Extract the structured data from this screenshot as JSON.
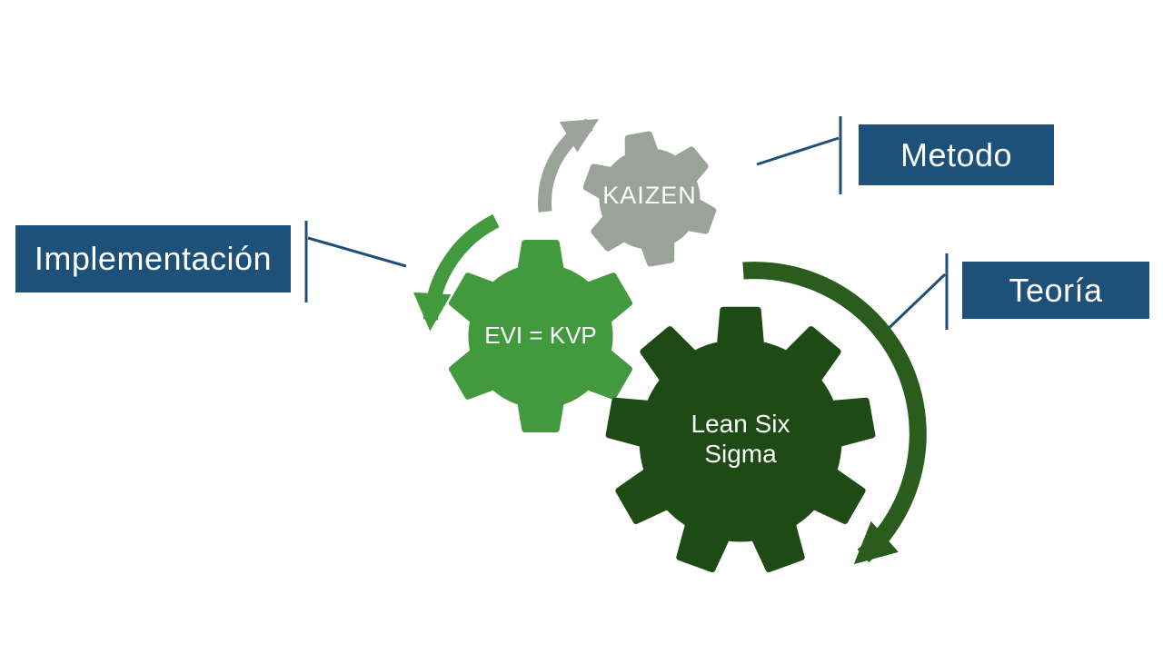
{
  "slide": {
    "background": "#ffffff",
    "boxes": {
      "implementacion": {
        "label": "Implementación"
      },
      "metodo": {
        "label": "Metodo"
      },
      "teoria": {
        "label": "Teoría"
      }
    },
    "box_style": {
      "bg": "#1D5179",
      "text_color": "#ffffff"
    },
    "connector_color": "#1F4E79",
    "gears": {
      "kaizen": {
        "label": "KAIZEN",
        "color": "#9BA29A",
        "arrow_color": "#9BA29A",
        "text_color": "#ffffff"
      },
      "evi": {
        "label": "EVI = KVP",
        "color": "#43993E",
        "arrow_color": "#43993E",
        "text_color": "#ffffff"
      },
      "lean": {
        "label_lines": [
          "Lean Six",
          "Sigma"
        ],
        "color": "#1E4A15",
        "arrow_color": "#295C1D",
        "text_color": "#ffffff"
      }
    }
  }
}
